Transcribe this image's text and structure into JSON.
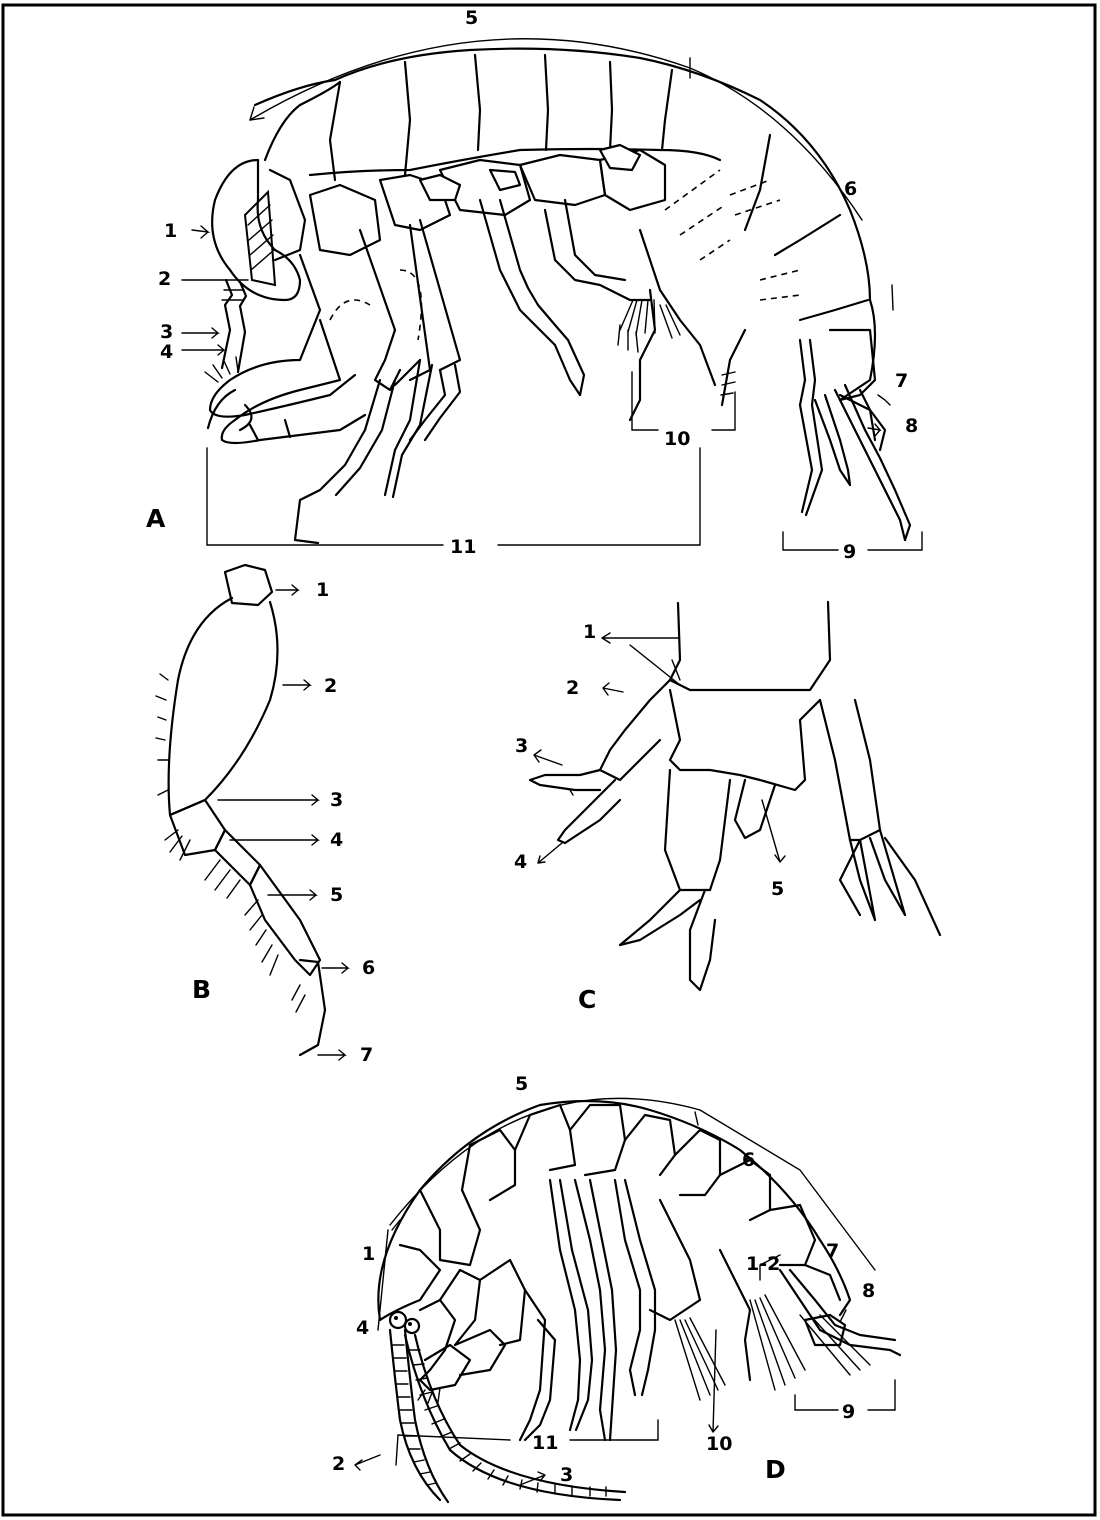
{
  "figure": {
    "panel_a": {
      "letter": "A",
      "labels": [
        "1",
        "2",
        "3",
        "4",
        "5",
        "6",
        "7",
        "8",
        "9",
        "10",
        "11"
      ]
    },
    "panel_b": {
      "letter": "B",
      "labels": [
        "1",
        "2",
        "3",
        "4",
        "5",
        "6",
        "7"
      ]
    },
    "panel_c": {
      "letter": "C",
      "labels": [
        "1",
        "2",
        "3",
        "4",
        "5"
      ]
    },
    "panel_d": {
      "letter": "D",
      "labels": [
        "1",
        "2",
        "3",
        "4",
        "5",
        "6",
        "7",
        "8",
        "9",
        "10",
        "11"
      ],
      "extra_label": "1-2"
    }
  }
}
